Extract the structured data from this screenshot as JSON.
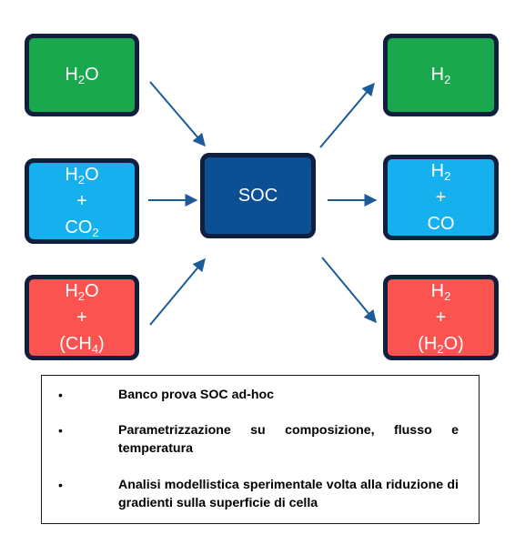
{
  "inputs": {
    "steam": {
      "lines": [
        [
          "H",
          "2",
          "O"
        ]
      ]
    },
    "co2": {
      "lines": [
        [
          "H",
          "2",
          "O"
        ],
        [
          "+",
          "",
          ""
        ],
        [
          "CO",
          "2",
          ""
        ]
      ]
    },
    "methane": {
      "lines": [
        [
          "H",
          "2",
          "O"
        ],
        [
          "+",
          "",
          ""
        ],
        [
          "(CH",
          "4",
          ")"
        ]
      ]
    }
  },
  "center": {
    "label": "SOC"
  },
  "outputs": {
    "hydrogen": {
      "lines": [
        [
          "H",
          "2",
          ""
        ]
      ]
    },
    "syngas": {
      "lines": [
        [
          "H",
          "2",
          ""
        ],
        [
          "+",
          "",
          ""
        ],
        [
          "CO",
          "",
          ""
        ]
      ]
    },
    "mixed": {
      "lines": [
        [
          "H",
          "2",
          ""
        ],
        [
          "+",
          "",
          ""
        ],
        [
          "(H",
          "2",
          "O)"
        ]
      ]
    }
  },
  "notes": {
    "bullet": "•",
    "items": [
      "Banco prova SOC ad-hoc",
      "Parametrizzazione su composizione, flusso e temperatura",
      "Analisi modellistica sperimentale volta alla riduzione di gradienti sulla superficie di cella"
    ]
  },
  "colors": {
    "green": "#1aa84e",
    "blue": "#16b0ef",
    "red": "#fb5450",
    "soc": "#0b4f95",
    "border": "#0f1f3d",
    "arrow": "#1d5a9a"
  }
}
